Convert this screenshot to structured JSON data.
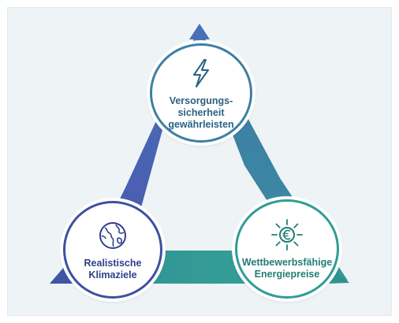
{
  "nodes": [
    {
      "id": "top",
      "icon": "lightning-icon",
      "label": "Versorgungs-\nsicherheit\ngewährleisten"
    },
    {
      "id": "left",
      "icon": "globe-icon",
      "label": "Realistische\nKlimaziele"
    },
    {
      "id": "right",
      "icon": "euro-sun-icon",
      "label": "Wettbewerbsfähige\nEnergiepreise"
    }
  ],
  "colors": {
    "blue": "#3c51a0",
    "steel_blue": "#3e7fa3",
    "teal": "#2f9d94",
    "background": "#eef3f6"
  }
}
